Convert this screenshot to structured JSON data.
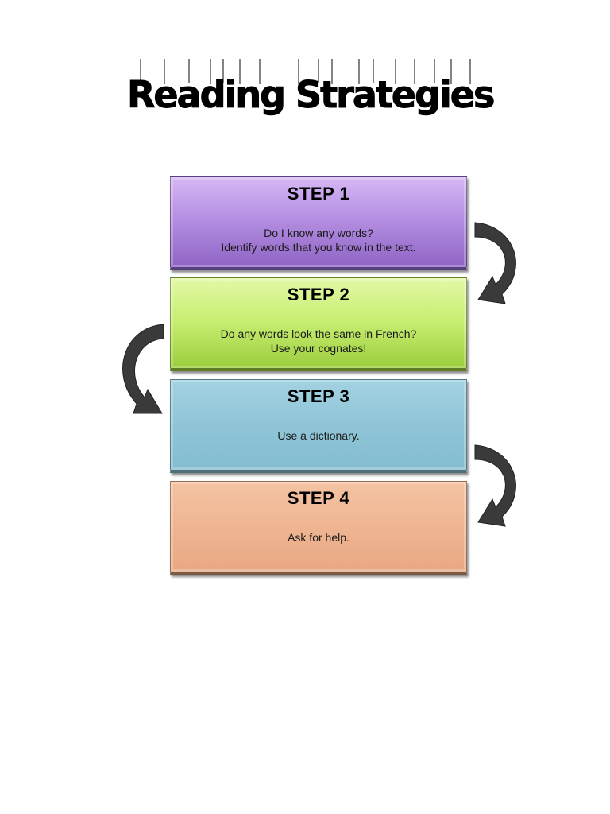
{
  "title": "Reading Strategies",
  "steps": [
    {
      "title": "STEP 1",
      "lines": [
        "Do I know any words?",
        "Identify words that you know in the text."
      ],
      "color": "#b58fe3"
    },
    {
      "title": "STEP 2",
      "lines": [
        "Do any words look the same in French?",
        "Use your cognates!"
      ],
      "color": "#c6ed6f"
    },
    {
      "title": "STEP 3",
      "lines": [
        "Use a dictionary."
      ],
      "color": "#8fc5d7"
    },
    {
      "title": "STEP 4",
      "lines": [
        "Ask for help."
      ],
      "color": "#efb592"
    }
  ],
  "arrow_color": "#3a3a3a"
}
